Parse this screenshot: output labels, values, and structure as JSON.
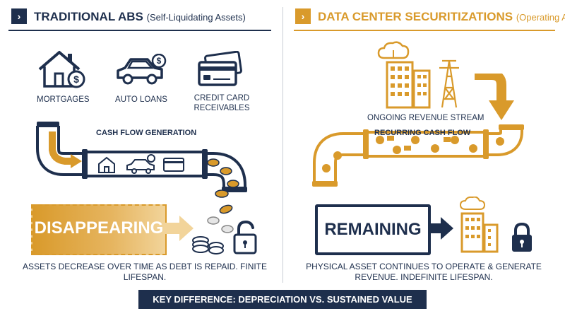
{
  "left": {
    "title": "TRADITIONAL ABS",
    "subtitle": "(Self-Liquidating Assets)",
    "assets": [
      {
        "label": "MORTGAGES",
        "icon": "house-dollar-icon"
      },
      {
        "label": "AUTO LOANS",
        "icon": "car-dollar-icon"
      },
      {
        "label": "CREDIT CARD RECEIVABLES",
        "icon": "credit-card-icon"
      }
    ],
    "pipe_label": "CASH FLOW GENERATION",
    "status": "DISAPPEARING",
    "caption": "ASSETS DECREASE OVER TIME AS DEBT IS REPAID. FINITE LIFESPAN."
  },
  "right": {
    "title": "DATA CENTER SECURITIZATIONS",
    "subtitle": "(Operating Assets)",
    "source_label": "ONGOING REVENUE STREAM",
    "pipe_label": "RECURRING CASH FLOW",
    "status": "REMAINING",
    "caption": "PHYSICAL ASSET CONTINUES TO OPERATE & GENERATE REVENUE. INDEFINITE LIFESPAN."
  },
  "footer": "KEY DIFFERENCE: DEPRECIATION VS. SUSTAINED VALUE",
  "colors": {
    "navy": "#1e2f4d",
    "gold": "#d99a2b",
    "gold_light": "#f2d49a"
  }
}
